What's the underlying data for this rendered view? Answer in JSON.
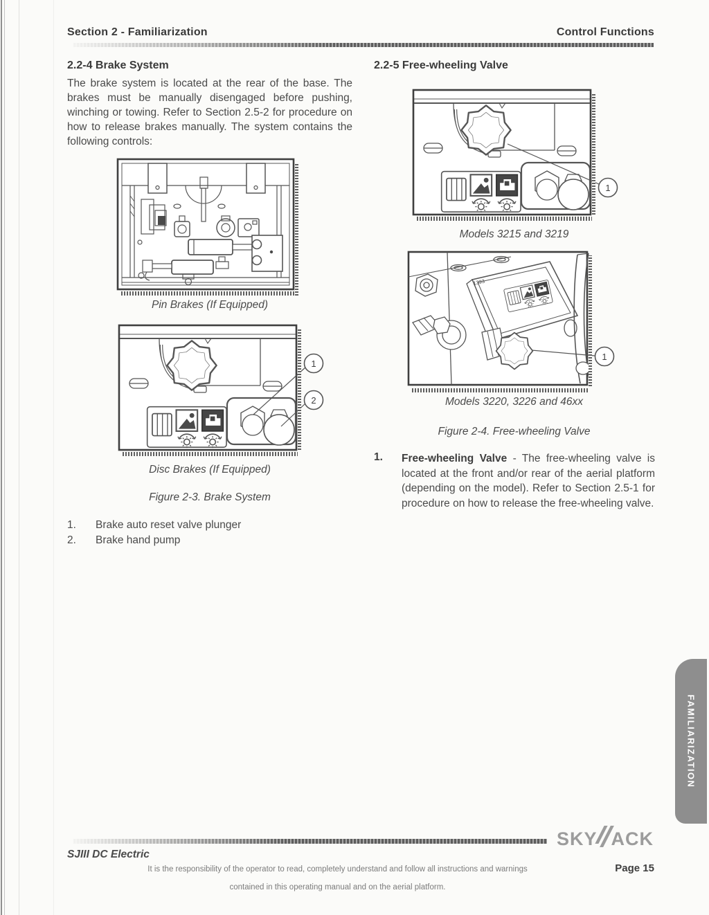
{
  "header": {
    "left": "Section 2 - Familiarization",
    "right": "Control Functions"
  },
  "brake_section": {
    "heading": "2.2-4  Brake System",
    "body": "The brake system is located at the rear of the base. The brakes must be manually disengaged before pushing, winching or towing. Refer to Section 2.5-2 for procedure on how to release brakes manually. The system contains the following controls:",
    "pin_caption": "Pin Brakes (If Equipped)",
    "disc_caption": "Disc Brakes (If Equipped)",
    "figure_caption": "Figure 2-3. Brake System",
    "items": [
      {
        "num": "1.",
        "label": "Brake auto reset valve plunger"
      },
      {
        "num": "2.",
        "label": "Brake hand pump"
      }
    ]
  },
  "valve_section": {
    "heading": "2.2-5  Free-wheeling Valve",
    "models_a_caption": "Models 3215 and 3219",
    "models_b_caption": "Models 3220, 3226 and 46xx",
    "figure_caption": "Figure 2-4. Free-wheeling Valve",
    "item": {
      "num": "1.",
      "bold": "Free-wheeling Valve",
      "rest": " - The free-wheeling valve is located at the front and/or rear of the aerial platform (depending on the model). Refer to Section 2.5-1 for procedure on how to release the free-wheeling valve."
    }
  },
  "callouts": {
    "one": "1",
    "two": "2"
  },
  "diagram": {
    "part_label": "1393"
  },
  "side_tab": {
    "label": "FAMILIARIZATION"
  },
  "footer": {
    "doc_title": "SJIII DC Electric",
    "logo_left": "SKY",
    "logo_right": "ACK",
    "logo_full": "SKYJACK",
    "disclaimer_line1": "It is the responsibility of the operator to read, completely understand and follow all instructions and warnings",
    "disclaimer_line2": "contained in this operating manual and on the aerial platform.",
    "page_label": "Page 15"
  },
  "colors": {
    "paper": "#fbfbf9",
    "ink": "#3f3f3f",
    "line": "#555555",
    "tab_bg": "#8e8e8e",
    "logo_gray": "#9c9c9c"
  }
}
